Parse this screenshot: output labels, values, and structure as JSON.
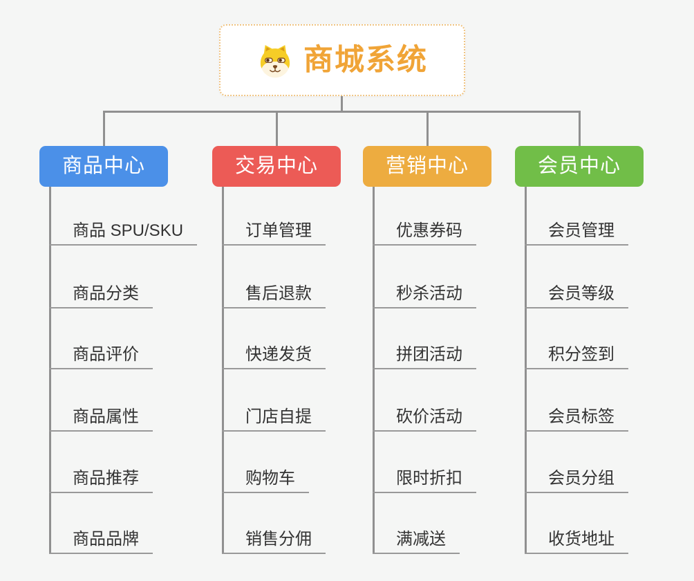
{
  "root": {
    "title": "商城系统",
    "icon": "dog-face-icon",
    "accent_color": "#f0a437",
    "border_color": "#f0c482"
  },
  "colors": {
    "background": "#f5f6f5",
    "connector": "#909090",
    "leaf_underline": "#999999",
    "leaf_text": "#333333"
  },
  "branches": [
    {
      "label": "商品中心",
      "color": "#4b90e8",
      "items": [
        "商品 SPU/SKU",
        "商品分类",
        "商品评价",
        "商品属性",
        "商品推荐",
        "商品品牌"
      ]
    },
    {
      "label": "交易中心",
      "color": "#ec5b56",
      "items": [
        "订单管理",
        "售后退款",
        "快递发货",
        "门店自提",
        "购物车",
        "销售分佣"
      ]
    },
    {
      "label": "营销中心",
      "color": "#edac40",
      "items": [
        "优惠券码",
        "秒杀活动",
        "拼团活动",
        "砍价活动",
        "限时折扣",
        "满减送"
      ]
    },
    {
      "label": "会员中心",
      "color": "#71be48",
      "items": [
        "会员管理",
        "会员等级",
        "积分签到",
        "会员标签",
        "会员分组",
        "收货地址"
      ]
    }
  ]
}
